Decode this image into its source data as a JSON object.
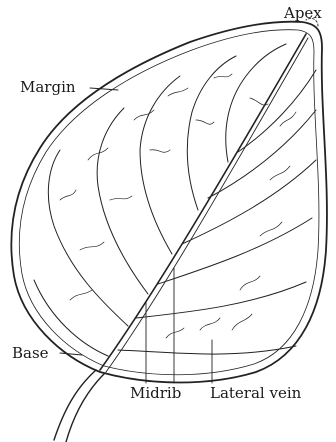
{
  "labels": {
    "apex": "Apex",
    "margin": "Margin",
    "base": "Base",
    "midrib": "Midrib",
    "lateral_vein": "Lateral vein"
  }
}
